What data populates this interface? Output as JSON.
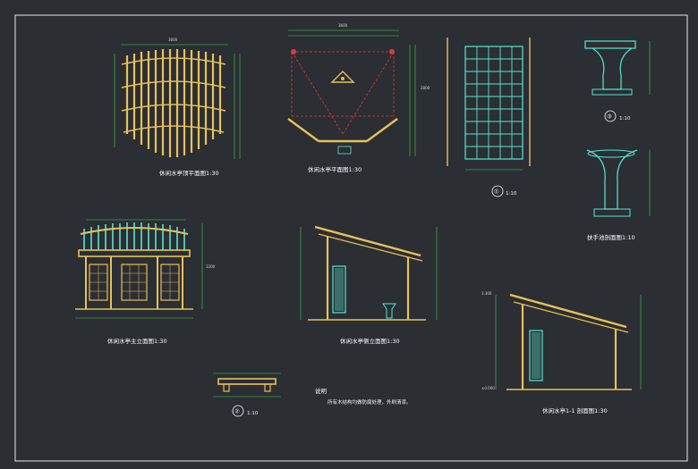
{
  "drawing": {
    "titles": {
      "roof_plan": "休闲水亭顶平面图1:30",
      "floor_plan": "休闲水亭平面图1:30",
      "front_elevation": "休闲水亭主立面图1:30",
      "side_elevation": "休闲水亭侧立面图1:30",
      "section": "休闲水亭1-1   剖面图1:30",
      "handrail_section": "扶手池剖面图1:10"
    },
    "detail_markers": [
      {
        "num": "①",
        "scale": "1:10"
      },
      {
        "num": "②",
        "scale": "1:10"
      },
      {
        "num": "③",
        "scale": "1:10"
      }
    ],
    "notes": {
      "heading": "说明",
      "text": "所有木结构均做防腐处理，外刷清漆。"
    },
    "dimensions": {
      "roof_width": "3600",
      "plan_width": "3600",
      "plan_height": "2800",
      "elev_total": "3300",
      "sect_level_top": "3.300",
      "sect_level_base": "±0.000"
    },
    "colors": {
      "background": "#2b2e33",
      "timber": "#e8c15a",
      "lattice": "#56e8d2",
      "dimension": "#3fd84d",
      "hidden_line": "#e23a3a",
      "text": "#f2f2f2"
    }
  }
}
